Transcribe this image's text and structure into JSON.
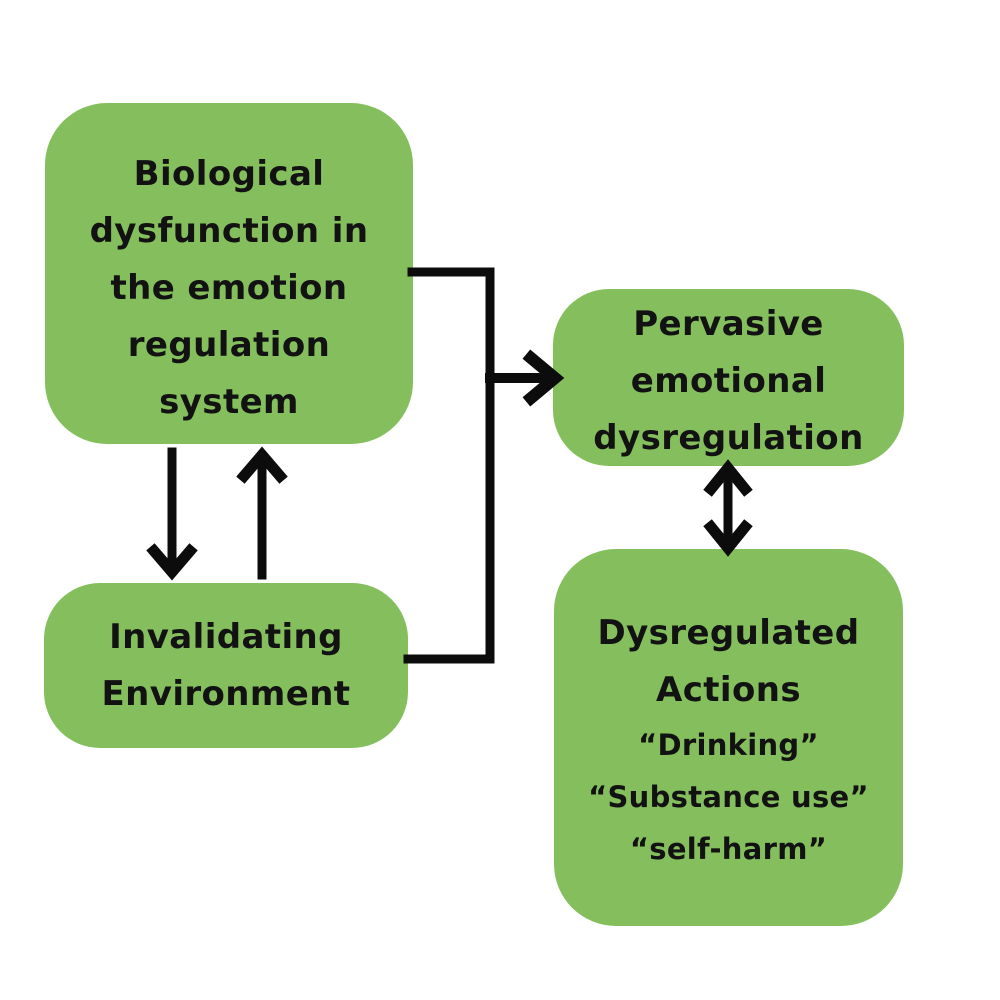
{
  "diagram": {
    "colors": {
      "background": "#ffffff",
      "box_fill": "#85bf5d",
      "text": "#121212",
      "arrow": "#0c0c0c"
    },
    "boxes": {
      "biological": {
        "lines": [
          "Biological",
          "dysfunction in",
          "the emotion",
          "regulation",
          "system"
        ]
      },
      "invalidating": {
        "lines": [
          "Invalidating",
          "Environment"
        ]
      },
      "pervasive": {
        "lines": [
          "Pervasive",
          "emotional",
          "dysregulation"
        ]
      },
      "dysregulated": {
        "lines": [
          "Dysregulated",
          "Actions"
        ],
        "examples": [
          "“Drinking”",
          "“Substance use”",
          "“self-harm”"
        ]
      }
    },
    "connections": [
      {
        "from": "biological-dysfunction",
        "to": "invalidating-environment",
        "style": "single-arrow-down"
      },
      {
        "from": "invalidating-environment",
        "to": "biological-dysfunction",
        "style": "single-arrow-up"
      },
      {
        "from": "biological-dysfunction & invalidating-environment",
        "to": "pervasive-emotional-dysregulation",
        "style": "elbow-arrow-right"
      },
      {
        "from": "pervasive-emotional-dysregulation",
        "to": "dysregulated-actions",
        "style": "double-headed-arrow"
      }
    ]
  }
}
